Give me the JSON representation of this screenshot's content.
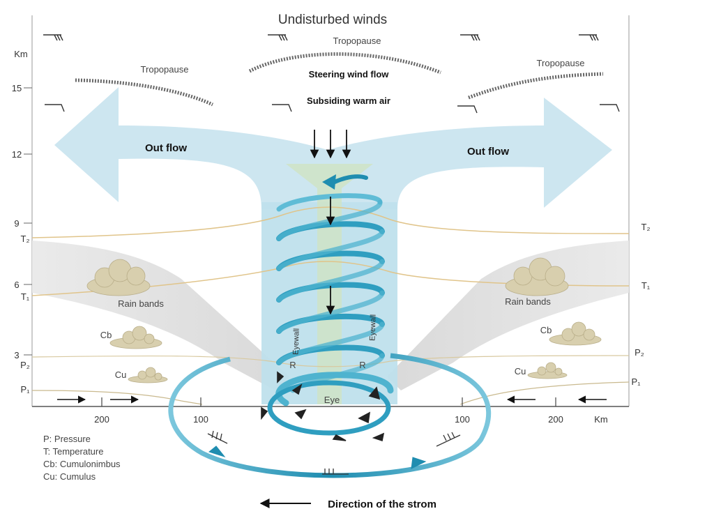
{
  "title": "Undisturbed winds",
  "labels": {
    "tropopause_center": "Tropopause",
    "tropopause_left": "Tropopause",
    "tropopause_right": "Tropopause",
    "steering": "Steering wind flow",
    "subsiding": "Subsiding warm air",
    "outflow_left": "Out flow",
    "outflow_right": "Out flow",
    "rainbands_left": "Rain bands",
    "rainbands_right": "Rain bands",
    "cb_left": "Cb",
    "cb_right": "Cb",
    "cu_left": "Cu",
    "cu_right": "Cu",
    "eyewall_left": "Eyewall",
    "eyewall_right": "Eyewall",
    "r_left": "R",
    "r_right": "R",
    "eye": "Eye",
    "direction": "Direction of the strom"
  },
  "axis": {
    "unit": "Km",
    "y_ticks": [
      "15",
      "12",
      "9",
      "6",
      "3"
    ],
    "left_levels": [
      "T₂",
      "T₁",
      "P₂",
      "P₁"
    ],
    "right_levels": [
      "T₂",
      "T₁",
      "P₂",
      "P₁"
    ],
    "x_ticks": [
      "200",
      "100",
      "100",
      "200"
    ],
    "x_unit": "Km"
  },
  "legend": {
    "pressure": "P: Pressure",
    "temperature": "T: Temperature",
    "cumulonimbus": "Cb: Cumulonimbus",
    "cumulus": "Cu: Cumulus"
  },
  "colors": {
    "outflow": "#cde6f0",
    "column": "#bfe0ec",
    "warm_core": "#cfe3c6",
    "spiral": "#1e8aad",
    "rainband": "#d9d9d9",
    "temp_line": "#e0c48a",
    "cloud": "#d8cfae"
  }
}
